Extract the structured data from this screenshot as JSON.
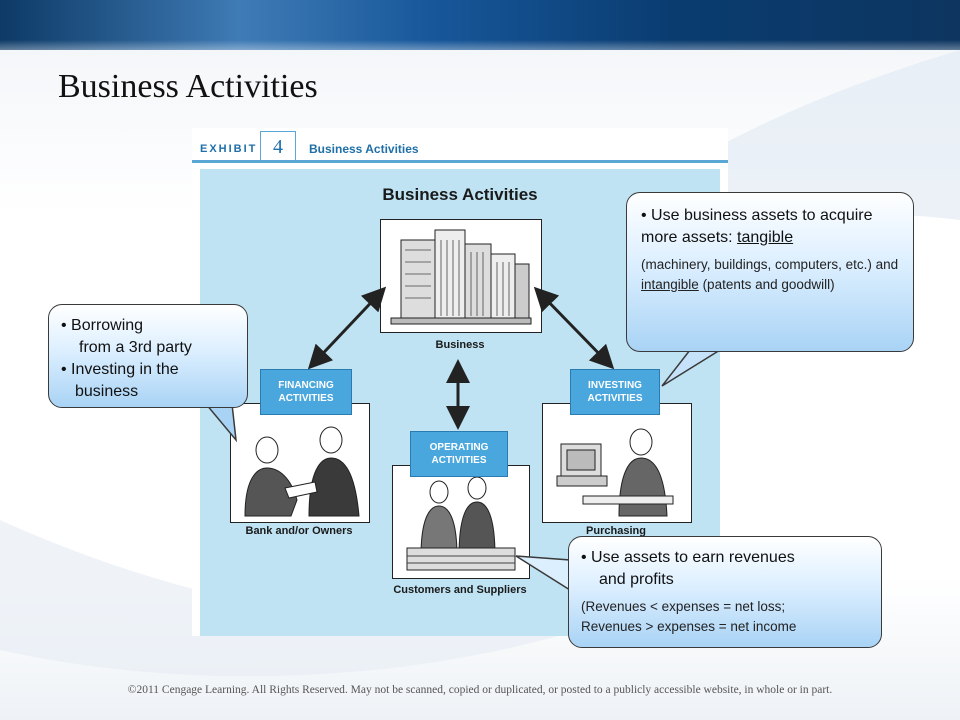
{
  "slide": {
    "title": "Business Activities"
  },
  "exhibit": {
    "label": "EXHIBIT",
    "number": "4",
    "title": "Business Activities"
  },
  "diagram": {
    "title": "Business Activities",
    "business_caption": "Business",
    "financing": {
      "label": "FINANCING ACTIVITIES",
      "caption": "Bank and/or Owners"
    },
    "operating": {
      "label": "OPERATING ACTIVITIES",
      "caption": "Customers and Suppliers"
    },
    "investing": {
      "label": "INVESTING ACTIVITIES",
      "caption": "Purchasing"
    }
  },
  "callouts": {
    "financing": {
      "line1": "• Borrowing",
      "line2": "from a 3rd party",
      "line3": "• Investing in the",
      "line4": "business"
    },
    "investing": {
      "bullet_a": "• Use business assets to acquire more assets:",
      "bullet_b": "tangible",
      "note_a": "(machinery, buildings, computers, etc.) and",
      "note_b": "intangible",
      "note_c": "(patents and goodwill)"
    },
    "operating": {
      "line1": "• Use assets to earn revenues",
      "line2": "and profits",
      "note1": "(Revenues < expenses = net loss;",
      "note2": "Revenues > expenses = net income"
    }
  },
  "footer": "©2011 Cengage Learning. All Rights Reserved. May not be scanned, copied or duplicated, or posted to a publicly accessible website, in whole or in part.",
  "colors": {
    "header_band": "#17579a",
    "exhibit_blue": "#1f6fa8",
    "panel_bg": "#bfe3f3",
    "activity_box": "#4aa7de"
  }
}
